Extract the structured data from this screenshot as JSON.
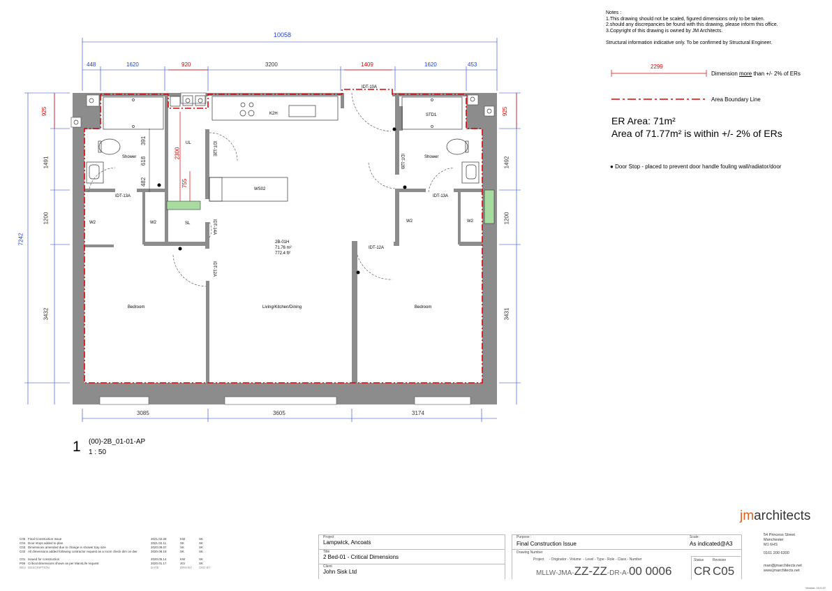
{
  "notes": {
    "title": "Notes :",
    "lines": [
      "1.This drawing should not be scaled, figured dimensions only to be taken.",
      "2.should any discrepancies be found with this drawing, please inform this office.",
      "3.Copyright of this drawing is owned by JM Architects."
    ],
    "structural": "Structural information indicative only. To be confirmed by Structural Engineer."
  },
  "legend": {
    "sample_dim": "2299",
    "dim_label_pre": "Dimension ",
    "dim_label_more": "more",
    "dim_label_post": " than +/- 2% of ERs",
    "boundary_label": "Area Boundary Line",
    "door_stop_label": "Door Stop - placed to prevent door handle fouling wall/radiator/door"
  },
  "er": {
    "line1": "ER Area: 71m²",
    "line2": "Area of 71.77m² is within +/- 2% of ERs"
  },
  "dims": {
    "overall_top": "10058",
    "top": [
      "448",
      "1620",
      "920",
      "3200",
      "1409",
      "1620",
      "453"
    ],
    "bottom": [
      "3085",
      "3605",
      "3174"
    ],
    "left": [
      "925",
      "1491",
      "1200",
      "3432"
    ],
    "left_overall": "7242",
    "right": [
      "925",
      "1492",
      "1200",
      "3431"
    ],
    "interior": [
      "391",
      "618",
      "482",
      "2300",
      "755"
    ]
  },
  "rooms": {
    "shower_left": "Shower",
    "shower_right": "Shower",
    "bedroom_left": "Bedroom",
    "bedroom_right": "Bedroom",
    "living": "Living/Kitchen/Dining",
    "unit_line1": "2B-01H",
    "unit_line2": "71.76 m²",
    "unit_line3": "772.4 ft²",
    "k2h": "K2H",
    "std1": "STD1",
    "w2_1": "W2",
    "w2_2": "W2",
    "w2_3": "W2",
    "w2_4": "W2",
    "ul": "UL",
    "sl": "SL",
    "ws02": "WS02"
  },
  "doors": {
    "d10a": "IDT-10A",
    "d12e": "IDT-12E",
    "d13a_l": "IDT-13A",
    "d14a": "IDT-14A",
    "d12a_l": "IDT-12A",
    "d12b": "IDT-12B",
    "d13a_r": "IDT-13A",
    "d12a_r": "IDT-12A"
  },
  "view": {
    "number": "1",
    "name": "(00)-2B_01-01-AP",
    "scale": "1 : 50"
  },
  "revisions": {
    "rows": [
      {
        "rev": "C05",
        "desc": "Final Construction Issue",
        "date": "2021.02.28",
        "drn": "KW",
        "chk": "SK"
      },
      {
        "rev": "C04",
        "desc": "Door stops added to plan",
        "date": "2021.02.11",
        "drn": "SK",
        "chk": "SK"
      },
      {
        "rev": "C03",
        "desc": "Dimensions amended due to change in shower tray size",
        "date": "2020.09.07",
        "drn": "SK",
        "chk": "SK"
      },
      {
        "rev": "C02",
        "desc": "All dimensions added following contractor request as a room check dim on dwr",
        "date": "2020.08.18",
        "drn": "SK",
        "chk": "SK"
      },
      {
        "rev": "C01",
        "desc": "Issued for construction",
        "date": "2020.05.14",
        "drn": "KW",
        "chk": "SK"
      },
      {
        "rev": "P08",
        "desc": "Critical dimensions shown as per MansLife request",
        "date": "2020.01.17",
        "drn": "JGI",
        "chk": "SK"
      }
    ],
    "header": {
      "rev": "REV",
      "desc": "DESCRIPTION",
      "date": "DATE",
      "drn": "DRN BY",
      "chk": "CKD BY"
    }
  },
  "titleblock": {
    "project_label": "Project",
    "project": "Lampwick, Ancoats",
    "title_label": "Title",
    "title": "2 Bed-01 - Critical Dimensions",
    "client_label": "Client",
    "client": "John Sisk Ltd",
    "purpose_label": "Purpose :",
    "purpose": "Final Construction Issue",
    "scale_label": "Scale:",
    "scale": "As indicated@A3",
    "drawing_number_label": "Drawing Number",
    "number_fields": "Project     - Originator - Volume  - Level - Type - Role - Class - Number",
    "number_a": "MLLW-JMA-",
    "number_b": "ZZ-ZZ",
    "number_c": "-DR-A-",
    "number_d": "00 0006",
    "status_label": "Status",
    "status": "CR",
    "revision_label": "Revision",
    "revision": "C05"
  },
  "firm": {
    "logo_jm": "jm",
    "logo_arch": "architects",
    "address": [
      "54 Princess Street",
      "Manchester",
      "M1 6HS",
      "",
      "0161 200 6300",
      "",
      "man@jmarchitects.net",
      "www.jmarchitects.net"
    ],
    "version": "Version: 10.0.07"
  },
  "colors": {
    "wall": "#8c8c8c",
    "dim_blue": "#1c3ee0",
    "red": "#e00000",
    "radiator": "#a8dba0"
  }
}
